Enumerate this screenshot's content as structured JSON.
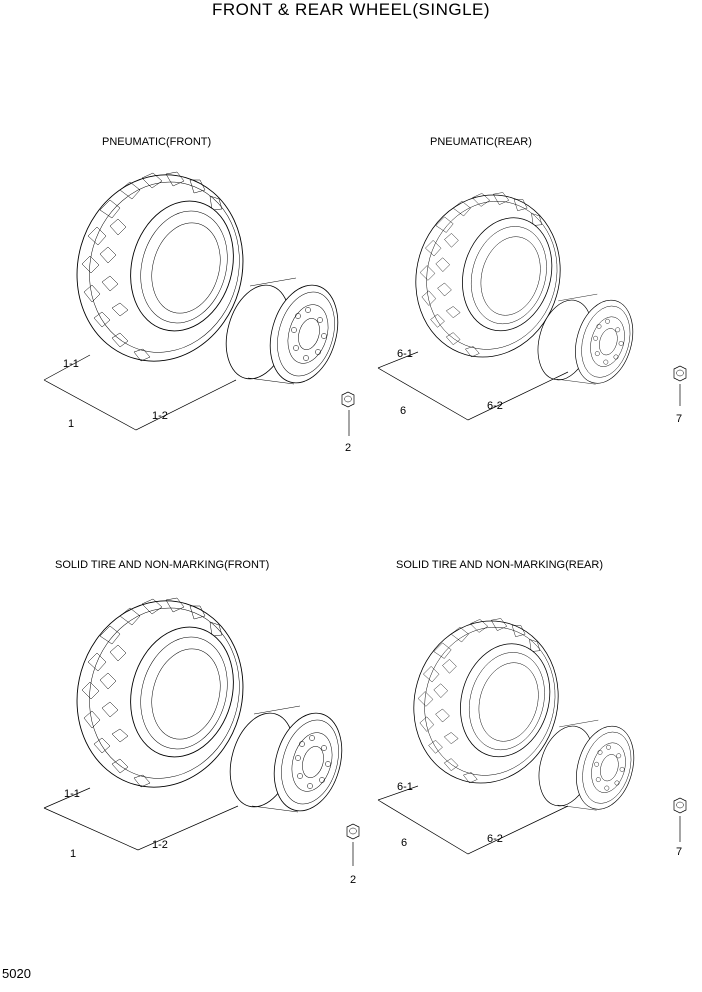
{
  "title": "FRONT & REAR WHEEL(SINGLE)",
  "page_number": "5020",
  "panels": [
    {
      "caption": "PNEUMATIC(FRONT)",
      "labels": {
        "assembly": "1",
        "tire": "1-1",
        "rim": "1-2",
        "nut": "2"
      }
    },
    {
      "caption": "PNEUMATIC(REAR)",
      "labels": {
        "assembly": "6",
        "tire": "6-1",
        "rim": "6-2",
        "nut": "7"
      }
    },
    {
      "caption": "SOLID TIRE AND NON-MARKING(FRONT)",
      "labels": {
        "assembly": "1",
        "tire": "1-1",
        "rim": "1-2",
        "nut": "2"
      }
    },
    {
      "caption": "SOLID TIRE AND NON-MARKING(REAR)",
      "labels": {
        "assembly": "6",
        "tire": "6-1",
        "rim": "6-2",
        "nut": "7"
      }
    }
  ]
}
